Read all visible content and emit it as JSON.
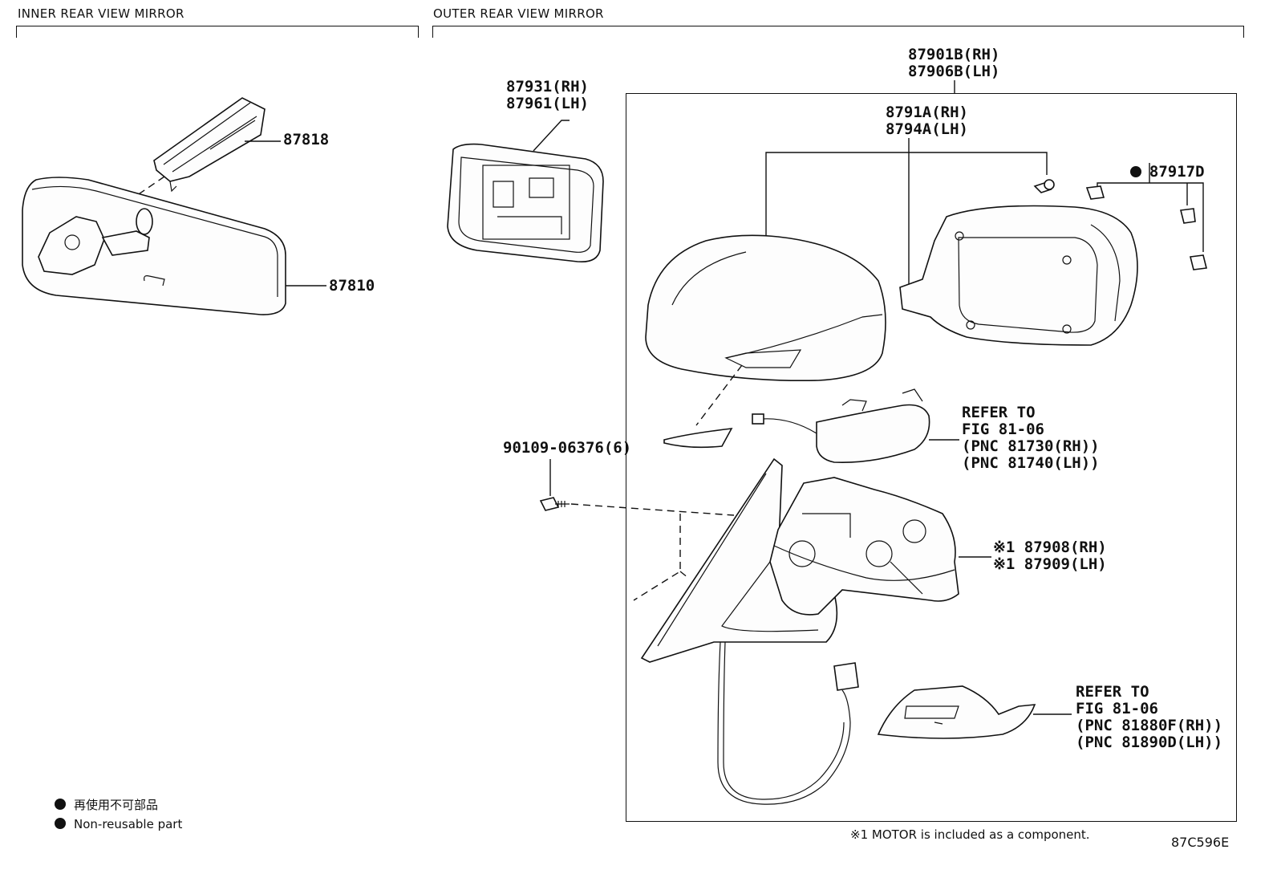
{
  "sections": {
    "inner": "INNER REAR VIEW MIRROR",
    "outer": "OUTER REAR VIEW MIRROR"
  },
  "labels": {
    "p87818": "87818",
    "p87810": "87810",
    "p87931": "87931(RH)\n87961(LH)",
    "p87901": "87901B(RH)\n87906B(LH)",
    "p8791": "8791A(RH)\n8794A(LH)",
    "p87917": "87917D",
    "p90109": "90109-06376(6)",
    "refer1": "REFER TO\nFIG 81-06\n(PNC 81730(RH))\n(PNC 81740(LH))",
    "p87908": "※1 87908(RH)\n※1 87909(LH)",
    "refer2": "REFER TO\nFIG 81-06\n(PNC 81880F(RH))\n(PNC 81890D(LH))"
  },
  "legend": {
    "jp": "再使用不可部品",
    "en": "Non-reusable part"
  },
  "footnote": "※1 MOTOR is included as a component.",
  "code": "87C596E"
}
